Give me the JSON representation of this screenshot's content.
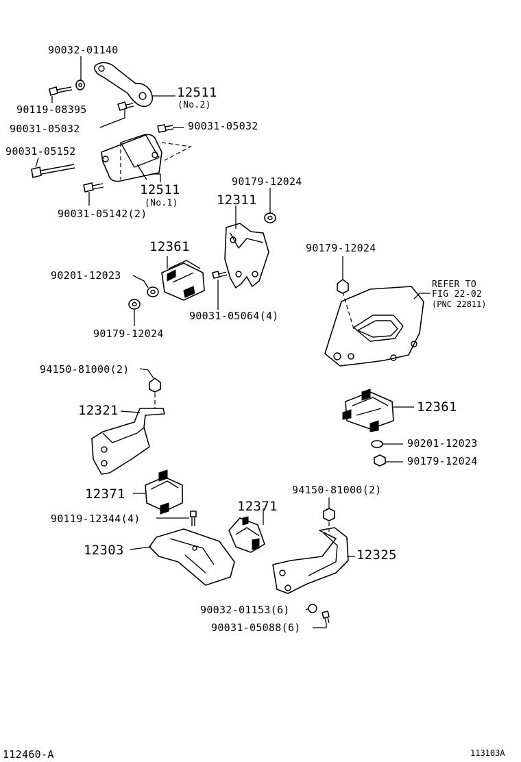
{
  "labels": {
    "p90032_01140": "90032-01140",
    "p90119_08395": "90119-08395",
    "p12511_a": "12511",
    "p12511_a_sub": "(No.2)",
    "p90031_05032_a": "90031-05032",
    "p90031_05032_b": "90031-05032",
    "p90031_05152": "90031-05152",
    "p12511_b": "12511",
    "p12511_b_sub": "(No.1)",
    "p90031_05142": "90031-05142(2)",
    "p90179_12024_a": "90179-12024",
    "p12311": "12311",
    "p12361_a": "12361",
    "p90201_12023_a": "90201-12023",
    "p90179_12024_b": "90179-12024",
    "p90179_12024_c": "90179-12024",
    "p90031_05064": "90031-05064(4)",
    "refer_1": "REFER TO",
    "refer_2": "FIG 22-02",
    "refer_3": "(PNC 22811)",
    "p94150_81000_a": "94150-81000(2)",
    "p12321": "12321",
    "p12361_b": "12361",
    "p90201_12023_b": "90201-12023",
    "p90179_12024_d": "90179-12024",
    "p12371_a": "12371",
    "p94150_81000_b": "94150-81000(2)",
    "p90119_12344": "90119-12344(4)",
    "p12371_b": "12371",
    "p12303": "12303",
    "p12325": "12325",
    "p90032_01153": "90032-01153(6)",
    "p90031_05088": "90031-05088(6)",
    "code_left": "112460-A",
    "code_right": "113103A"
  }
}
